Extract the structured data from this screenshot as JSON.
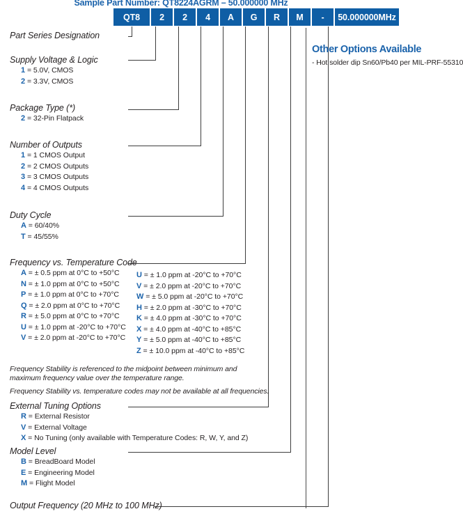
{
  "header": {
    "sample_title": "Sample Part Number: QT8224AGRM – 50.000000 MHz",
    "part_cells": [
      {
        "text": "QT8",
        "width": 52
      },
      {
        "text": "2",
        "width": 31
      },
      {
        "text": "2",
        "width": 31
      },
      {
        "text": "4",
        "width": 31
      },
      {
        "text": "A",
        "width": 31
      },
      {
        "text": "G",
        "width": 31
      },
      {
        "text": "R",
        "width": 31
      },
      {
        "text": "M",
        "width": 31
      },
      {
        "text": "-",
        "width": 31
      },
      {
        "text": "50.000000MHz",
        "width": 92
      }
    ]
  },
  "groups": [
    {
      "name": "part-series-designation",
      "title": "Part Series Designation",
      "options": []
    },
    {
      "name": "supply-voltage-logic",
      "title": "Supply Voltage & Logic",
      "options": [
        {
          "code": "1",
          "desc": "= 5.0V, CMOS"
        },
        {
          "code": "2",
          "desc": "= 3.3V, CMOS"
        }
      ]
    },
    {
      "name": "package-type",
      "title": "Package Type (*)",
      "options": [
        {
          "code": "2",
          "desc": "= 32-Pin Flatpack"
        }
      ]
    },
    {
      "name": "number-of-outputs",
      "title": "Number of Outputs",
      "options": [
        {
          "code": "1",
          "desc": "= 1 CMOS Output"
        },
        {
          "code": "2",
          "desc": "= 2 CMOS Outputs"
        },
        {
          "code": "3",
          "desc": "= 3 CMOS Outputs"
        },
        {
          "code": "4",
          "desc": "= 4 CMOS Outputs"
        }
      ]
    },
    {
      "name": "duty-cycle",
      "title": "Duty Cycle",
      "options": [
        {
          "code": "A",
          "desc": "= 60/40%"
        },
        {
          "code": "T",
          "desc": "= 45/55%"
        }
      ]
    },
    {
      "name": "frequency-vs-temperature-code",
      "title": "Frequency vs. Temperature Code",
      "options": [
        {
          "code": "A",
          "desc": "= ± 0.5 ppm at 0°C to +50°C"
        },
        {
          "code": "N",
          "desc": "= ± 1.0 ppm at 0°C to +50°C"
        },
        {
          "code": "P",
          "desc": "= ± 1.0 ppm at 0°C to +70°C"
        },
        {
          "code": "Q",
          "desc": "= ± 2.0 ppm at 0°C to +70°C"
        },
        {
          "code": "R",
          "desc": "= ± 5.0 ppm at 0°C to +70°C"
        },
        {
          "code": "U",
          "desc": "= ± 1.0 ppm at -20°C to +70°C"
        },
        {
          "code": "V",
          "desc": "= ± 2.0 ppm at -20°C to +70°C"
        }
      ],
      "options_right": [
        {
          "code": "U",
          "desc": "= ± 1.0 ppm at -20°C to +70°C"
        },
        {
          "code": "V",
          "desc": "= ± 2.0 ppm at -20°C to +70°C"
        },
        {
          "code": "W",
          "desc": "= ± 5.0 ppm at -20°C to +70°C"
        },
        {
          "code": "H",
          "desc": "= ± 2.0 ppm at -30°C to +70°C"
        },
        {
          "code": "K",
          "desc": "= ± 4.0 ppm at -30°C to +70°C"
        },
        {
          "code": "X",
          "desc": "= ± 4.0 ppm at -40°C to +85°C"
        },
        {
          "code": "Y",
          "desc": "= ± 5.0 ppm at -40°C to +85°C"
        },
        {
          "code": "Z",
          "desc": "= ± 10.0 ppm at -40°C to +85°C"
        }
      ]
    },
    {
      "name": "external-tuning-options",
      "title": "External Tuning Options",
      "options": [
        {
          "code": "R",
          "desc": "= External Resistor"
        },
        {
          "code": "V",
          "desc": "= External Voltage"
        },
        {
          "code": "X",
          "desc": "= No Tuning (only available with Temperature Codes: R, W, Y, and Z)"
        }
      ]
    },
    {
      "name": "model-level",
      "title": "Model Level",
      "options": [
        {
          "code": "B",
          "desc": "= BreadBoard Model"
        },
        {
          "code": "E",
          "desc": "= Engineering Model"
        },
        {
          "code": "M",
          "desc": "= Flight Model"
        }
      ]
    },
    {
      "name": "output-frequency",
      "title": "Output Frequency (20 MHz to 100 MHz)",
      "options": []
    }
  ],
  "notes": [
    "Frequency Stability is referenced to the midpoint between minimum and",
    "maximum frequency value over the temperature range.",
    "Frequency Stability vs. temperature codes may not be available at all frequencies."
  ],
  "side_panel": {
    "title": "Other Options Available",
    "items": [
      "- Hot solder dip Sn60/Pb40 per MIL-PRF-55310"
    ]
  },
  "colors": {
    "brand_blue": "#0f5ea5",
    "text_blue": "#1b63ab",
    "body_text": "#231f20",
    "line": "#3c3c3c"
  }
}
